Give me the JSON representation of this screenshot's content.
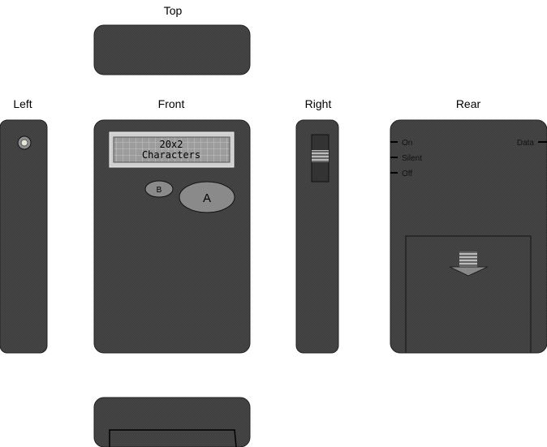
{
  "views": {
    "top": "Top",
    "left": "Left",
    "front": "Front",
    "right": "Right",
    "rear": "Rear"
  },
  "lcd": {
    "line1": "20x2",
    "line2": "Characters"
  },
  "buttons": {
    "b": "B",
    "a": "A"
  },
  "rear_labels": {
    "on": "On",
    "silent": "Silent",
    "off": "Off",
    "data": "Data"
  },
  "colors": {
    "body": "#3c3c3c",
    "lcd": "#a8a8a8",
    "button": "#8a8a8a"
  }
}
